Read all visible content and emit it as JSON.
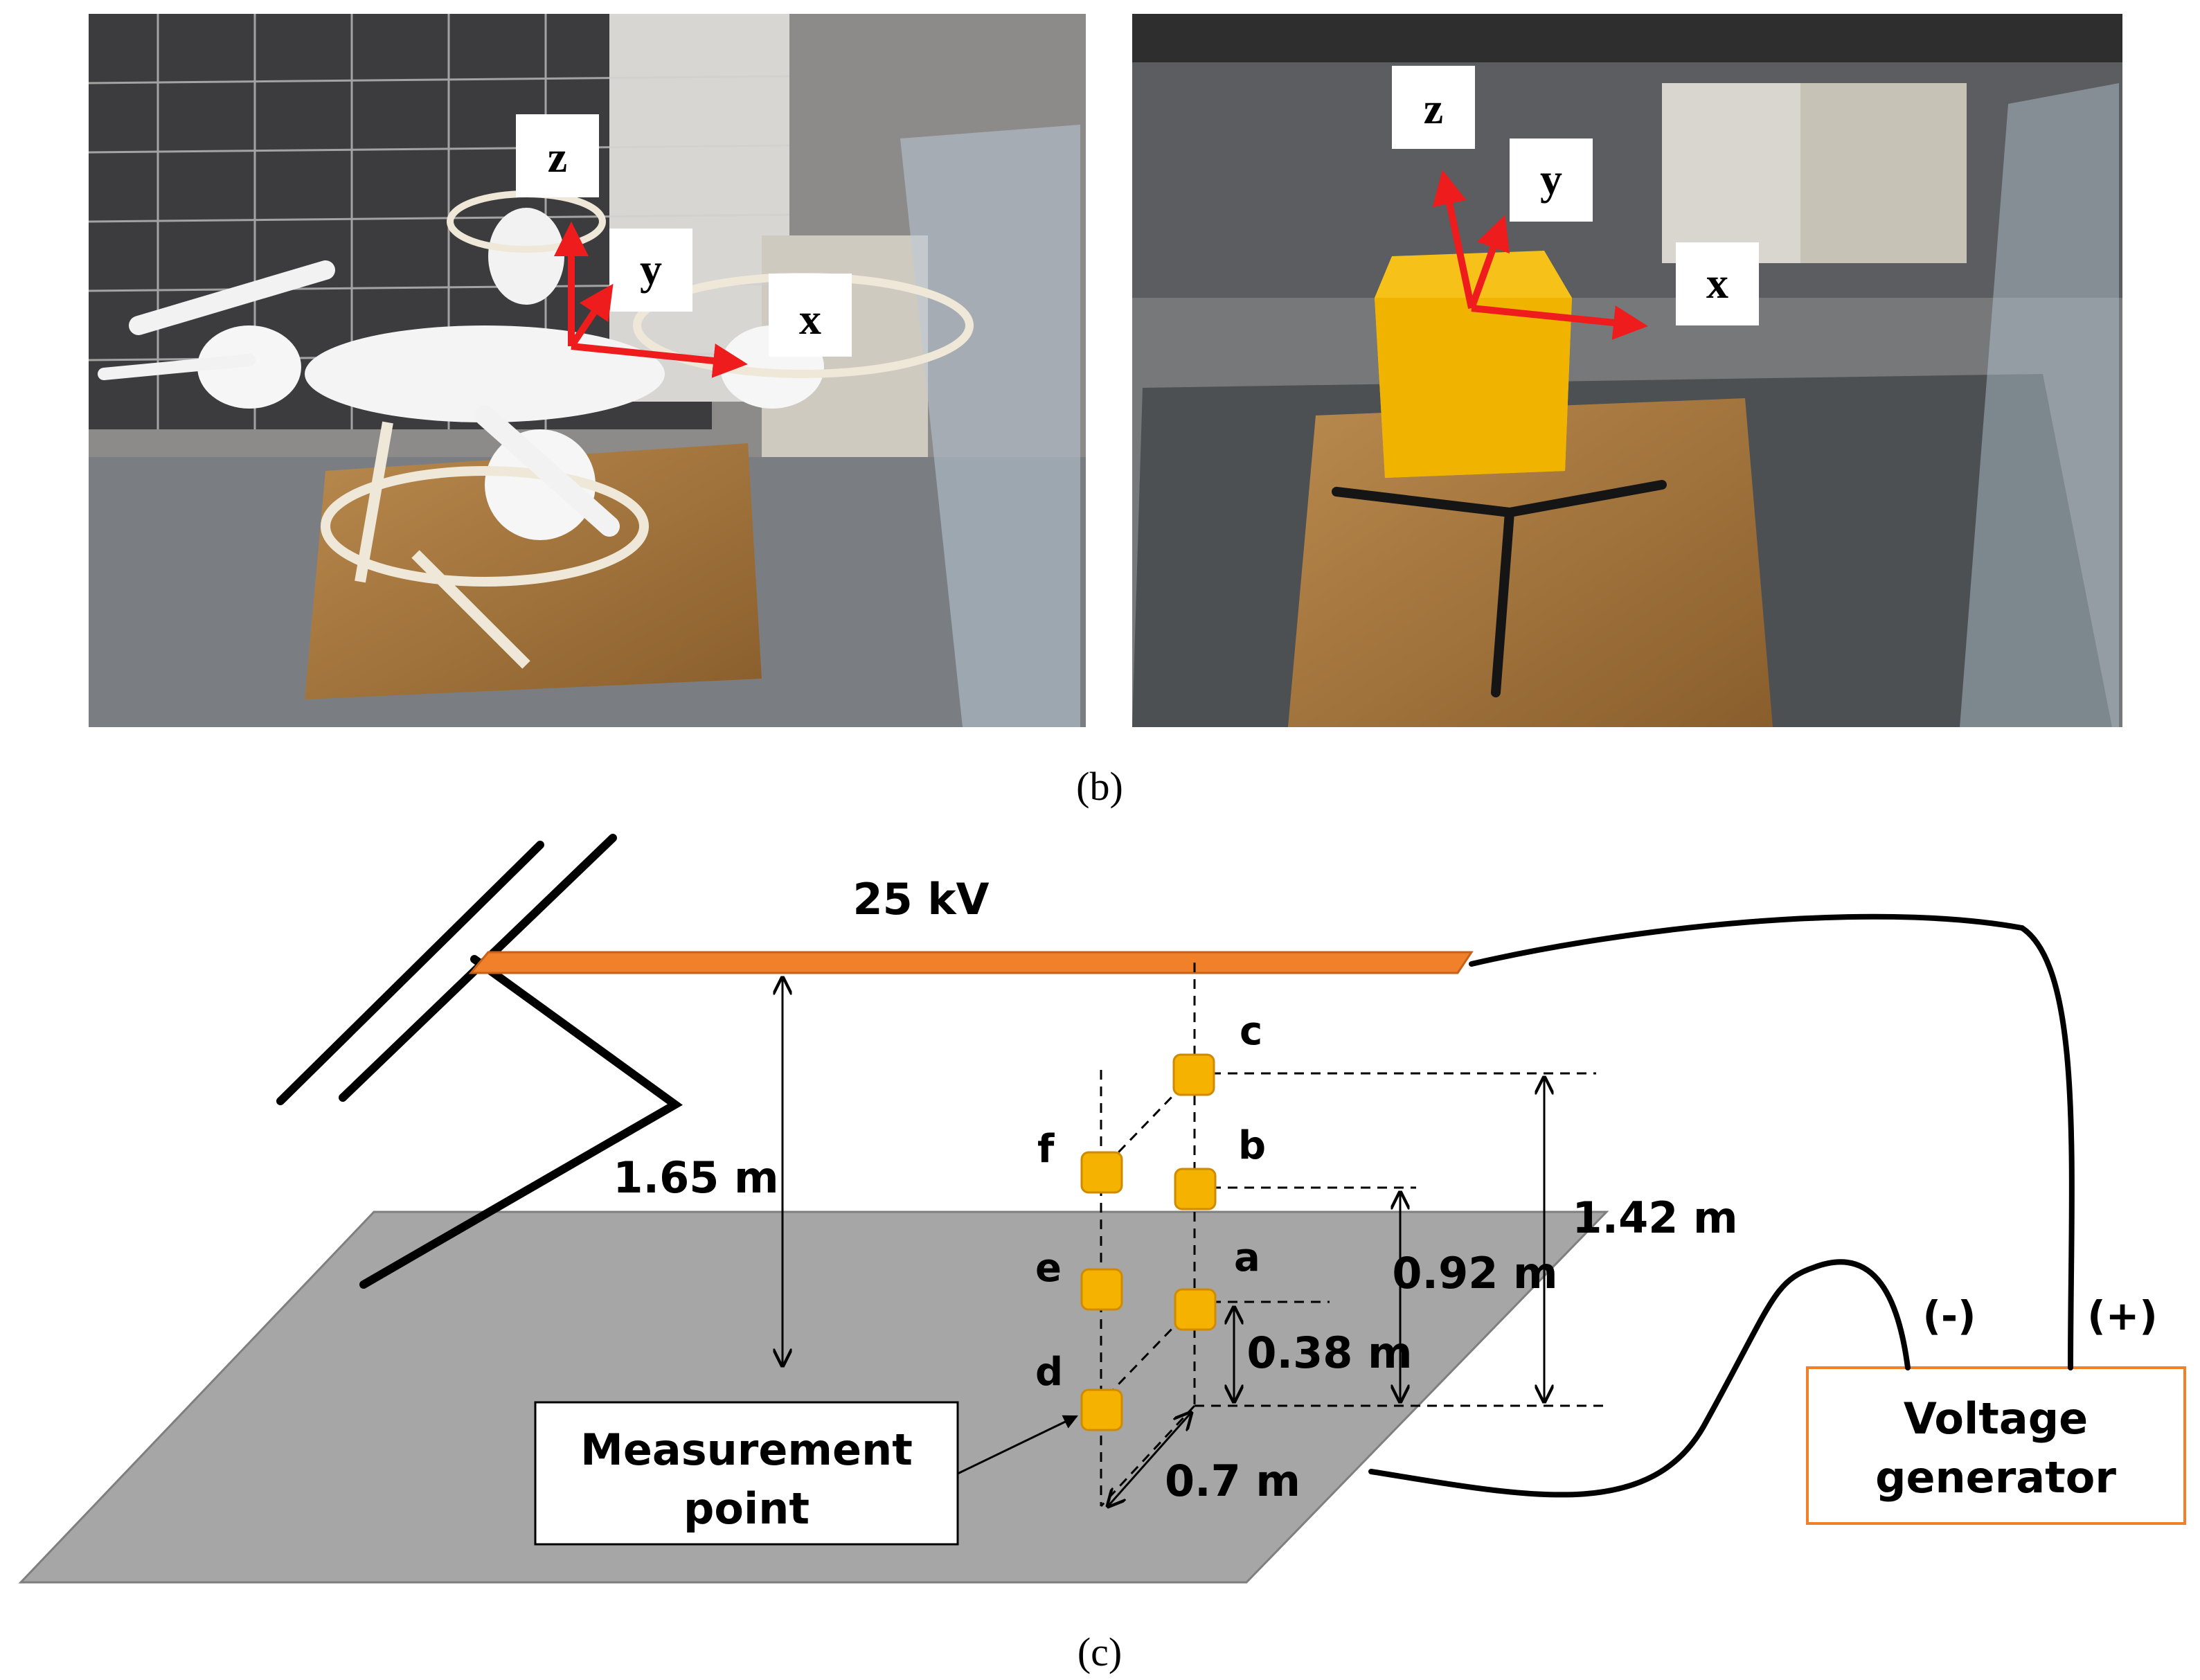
{
  "photos": {
    "left": {
      "axis_labels": {
        "z": "z",
        "y": "y",
        "x": "x"
      }
    },
    "right": {
      "axis_labels": {
        "z": "z",
        "y": "y",
        "x": "x"
      }
    }
  },
  "captions": {
    "b": "(b)",
    "c": "(c)"
  },
  "diagram": {
    "voltage_label": "25 kV",
    "height_label": "1.65 m",
    "point_labels": {
      "a": "a",
      "b": "b",
      "c": "c",
      "d": "d",
      "e": "e",
      "f": "f"
    },
    "dim_labels": {
      "h142": "1.42 m",
      "h092": "0.92 m",
      "h038": "0.38 m",
      "d07": "0.7 m"
    },
    "measurement_box": {
      "line1": "Measurement",
      "line2": "point"
    },
    "generator_box": {
      "line1": "Voltage",
      "line2": "generator"
    },
    "polarity": {
      "neg": "(-)",
      "pos": "(+)"
    }
  },
  "colors": {
    "conductor": "#f0802a",
    "ground": "#a6a6a6",
    "sensor": "#f5b300",
    "axis_arrow": "#ee1c1c",
    "generator_border": "#f0802a"
  }
}
